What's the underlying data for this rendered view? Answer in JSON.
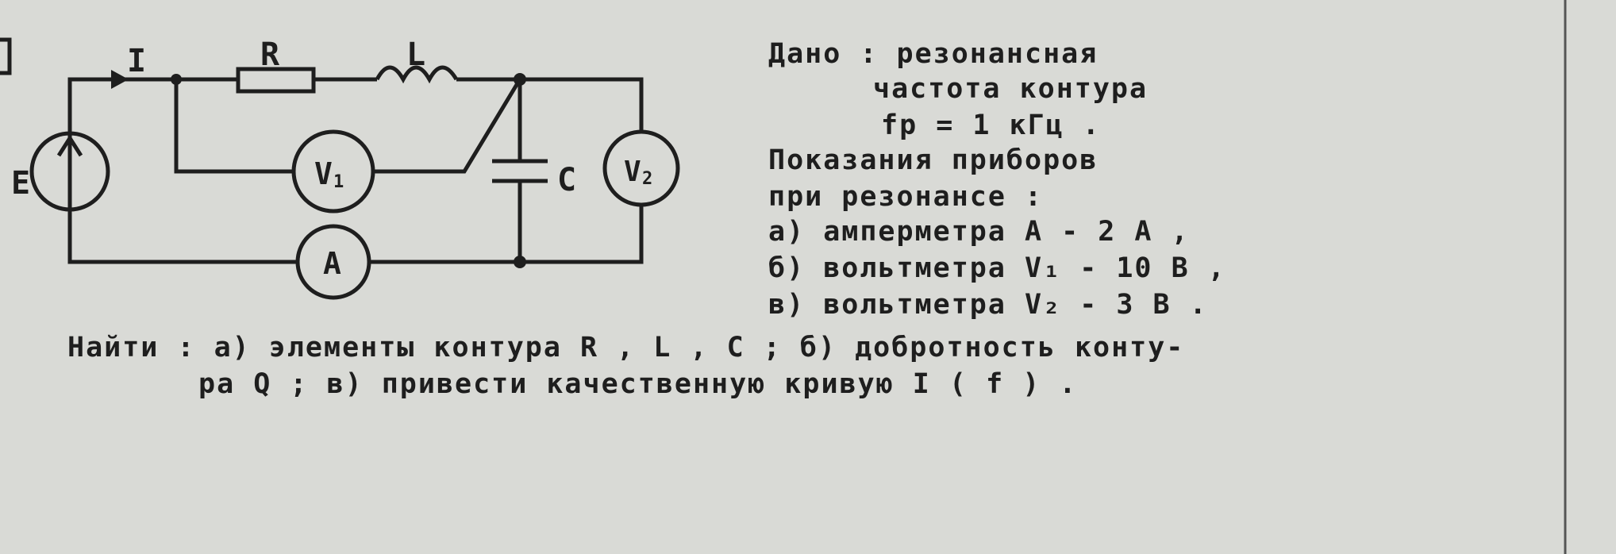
{
  "diagram": {
    "labels": {
      "current": "I",
      "resistor": "R",
      "inductor": "L",
      "source": "E",
      "capacitor": "C",
      "voltmeter1": "V",
      "voltmeter1_sub": "1",
      "voltmeter2": "V",
      "voltmeter2_sub": "2",
      "ammeter": "A"
    }
  },
  "given": {
    "line1": "Дано : резонансная",
    "line2": "частота контура",
    "line3": "fр = 1 кГц .",
    "line4": "Показания приборов",
    "line5": "при резонансе :",
    "line6": "а) амперметра А - 2 А ,",
    "line7": "б) вольтметра V₁ - 10 В ,",
    "line8": "в) вольтметра V₂ - 3 В ."
  },
  "find": {
    "line1": "Найти : а) элементы контура R , L , C ; б) добротность конту-",
    "line2": "ра Q ; в) привести качественную кривую I ( f ) ."
  }
}
